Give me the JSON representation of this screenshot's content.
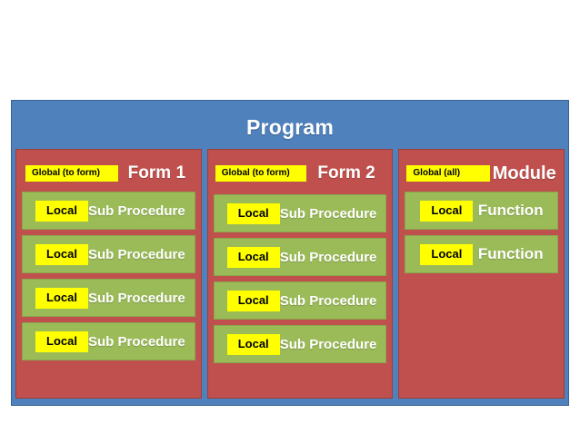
{
  "diagram": {
    "title": "Program",
    "colors": {
      "program_background": "#4f81bd",
      "column_background": "#c0504d",
      "procedure_background": "#9bbb59",
      "scope_badge_background": "#ffff00",
      "title_text": "#ffffff",
      "badge_text": "#000000"
    },
    "columns": [
      {
        "title": "Form 1",
        "scope": "Global (to form)",
        "procedures": [
          {
            "scope": "Local",
            "label": "Sub Procedure"
          },
          {
            "scope": "Local",
            "label": "Sub Procedure"
          },
          {
            "scope": "Local",
            "label": "Sub Procedure"
          },
          {
            "scope": "Local",
            "label": "Sub Procedure"
          }
        ]
      },
      {
        "title": "Form 2",
        "scope": "Global (to form)",
        "procedures": [
          {
            "scope": "Local",
            "label": "Sub Procedure"
          },
          {
            "scope": "Local",
            "label": "Sub Procedure"
          },
          {
            "scope": "Local",
            "label": "Sub Procedure"
          },
          {
            "scope": "Local",
            "label": "Sub Procedure"
          }
        ]
      },
      {
        "title": "Module",
        "scope": "Global (all)",
        "procedures": [
          {
            "scope": "Local",
            "label": "Function"
          },
          {
            "scope": "Local",
            "label": "Function"
          }
        ]
      }
    ]
  }
}
